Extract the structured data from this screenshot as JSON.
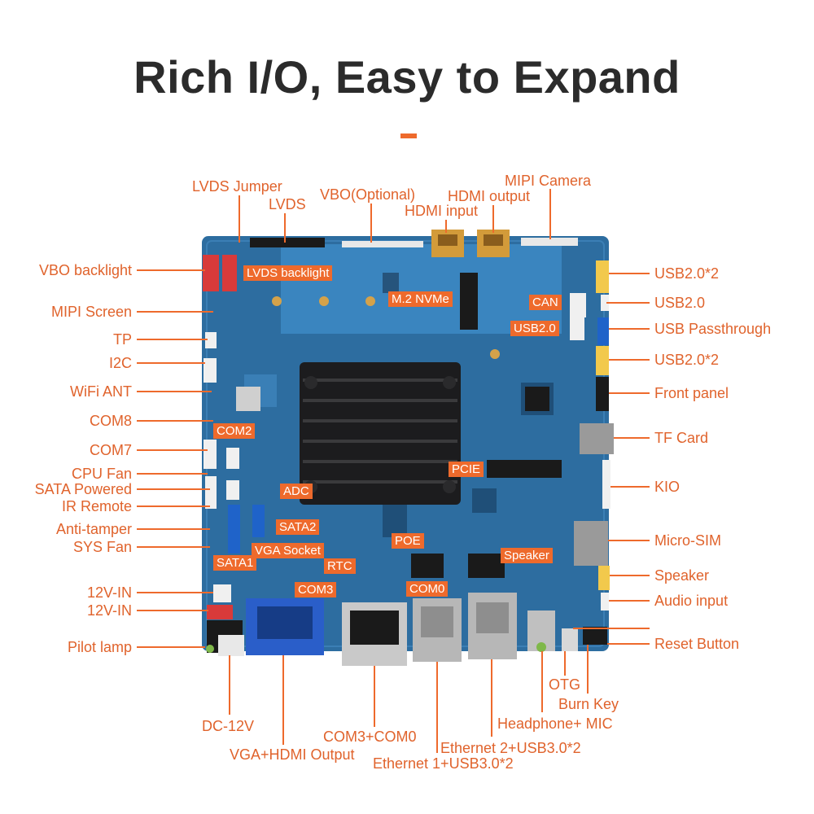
{
  "title": "Rich I/O, Easy to Expand",
  "colors": {
    "accent": "#ee6a2c",
    "board": "#2d6da0",
    "heatsink": "#1c1c1e",
    "title": "#2b2b2b"
  },
  "top_labels": [
    "LVDS Jumper",
    "LVDS",
    "VBO(Optional)",
    "HDMI output",
    "HDMI input",
    "MIPI Camera"
  ],
  "left_labels": [
    "VBO backlight",
    "MIPI Screen",
    "TP",
    "I2C",
    "WiFi ANT",
    "COM8",
    "COM7",
    "CPU Fan",
    "SATA Powered",
    "IR Remote",
    "Anti-tamper",
    "SYS Fan",
    "12V-IN",
    "12V-IN",
    "Pilot lamp"
  ],
  "right_labels": [
    "USB2.0*2",
    "USB2.0",
    "USB Passthrough",
    "USB2.0*2",
    "Front panel",
    "TF Card",
    "KIO",
    "Micro-SIM",
    "Speaker",
    "Audio input",
    "Reset Button"
  ],
  "bottom_labels": [
    "DC-12V",
    "VGA+HDMI Output",
    "COM3+COM0",
    "Ethernet 2+USB3.0*2",
    "Ethernet 1+USB3.0*2",
    "Headphone+ MIC",
    "OTG",
    "Burn Key"
  ],
  "board_tags": [
    "LVDS backlight",
    "M.2 NVMe",
    "CAN",
    "USB2.0",
    "COM2",
    "PCIE",
    "ADC",
    "SATA2",
    "POE",
    "VGA Socket",
    "RTC",
    "Speaker",
    "SATA1",
    "COM3",
    "COM0"
  ]
}
